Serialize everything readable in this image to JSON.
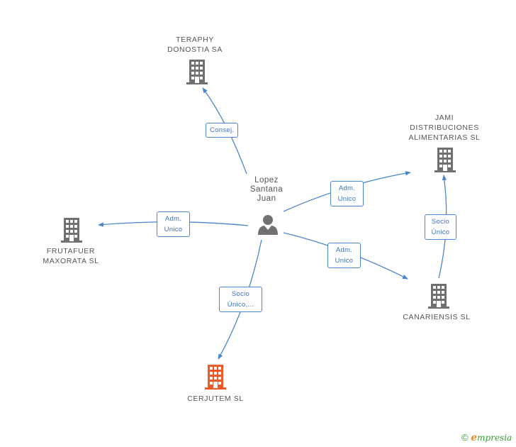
{
  "person": {
    "name_lines": [
      "Lopez",
      "Santana",
      "Juan"
    ]
  },
  "companies": [
    {
      "id": "teraphy",
      "name_lines": [
        "TERAPHY",
        "DONOSTIA SA"
      ],
      "color": "#707070"
    },
    {
      "id": "jami",
      "name_lines": [
        "JAMI",
        "DISTRIBUCIONES",
        "ALIMENTARIAS SL"
      ],
      "color": "#707070"
    },
    {
      "id": "frutafuer",
      "name_lines": [
        "FRUTAFUER",
        "MAXORATA SL"
      ],
      "color": "#707070"
    },
    {
      "id": "canariensis",
      "name_lines": [
        "CANARIENSIS SL"
      ],
      "color": "#707070"
    },
    {
      "id": "cerjutem",
      "name_lines": [
        "CERJUTEM SL"
      ],
      "color": "#f05a28"
    }
  ],
  "relations": [
    {
      "from": "person",
      "to": "teraphy",
      "label_lines": [
        "Consej."
      ]
    },
    {
      "from": "person",
      "to": "jami",
      "label_lines": [
        "Adm.",
        "Unico"
      ]
    },
    {
      "from": "person",
      "to": "frutafuer",
      "label_lines": [
        "Adm.",
        "Unico"
      ]
    },
    {
      "from": "person",
      "to": "canariensis",
      "label_lines": [
        "Adm.",
        "Unico"
      ]
    },
    {
      "from": "person",
      "to": "cerjutem",
      "label_lines": [
        "Socio",
        "Único,..."
      ]
    },
    {
      "from": "canariensis",
      "to": "jami",
      "label_lines": [
        "Socio",
        "Único"
      ]
    }
  ],
  "footer": {
    "copyright": "©",
    "brand_initial": "e",
    "brand_rest": "mpresia"
  },
  "colors": {
    "edge": "#4a86d0",
    "building": "#707070",
    "highlight": "#f05a28",
    "person": "#707070"
  }
}
